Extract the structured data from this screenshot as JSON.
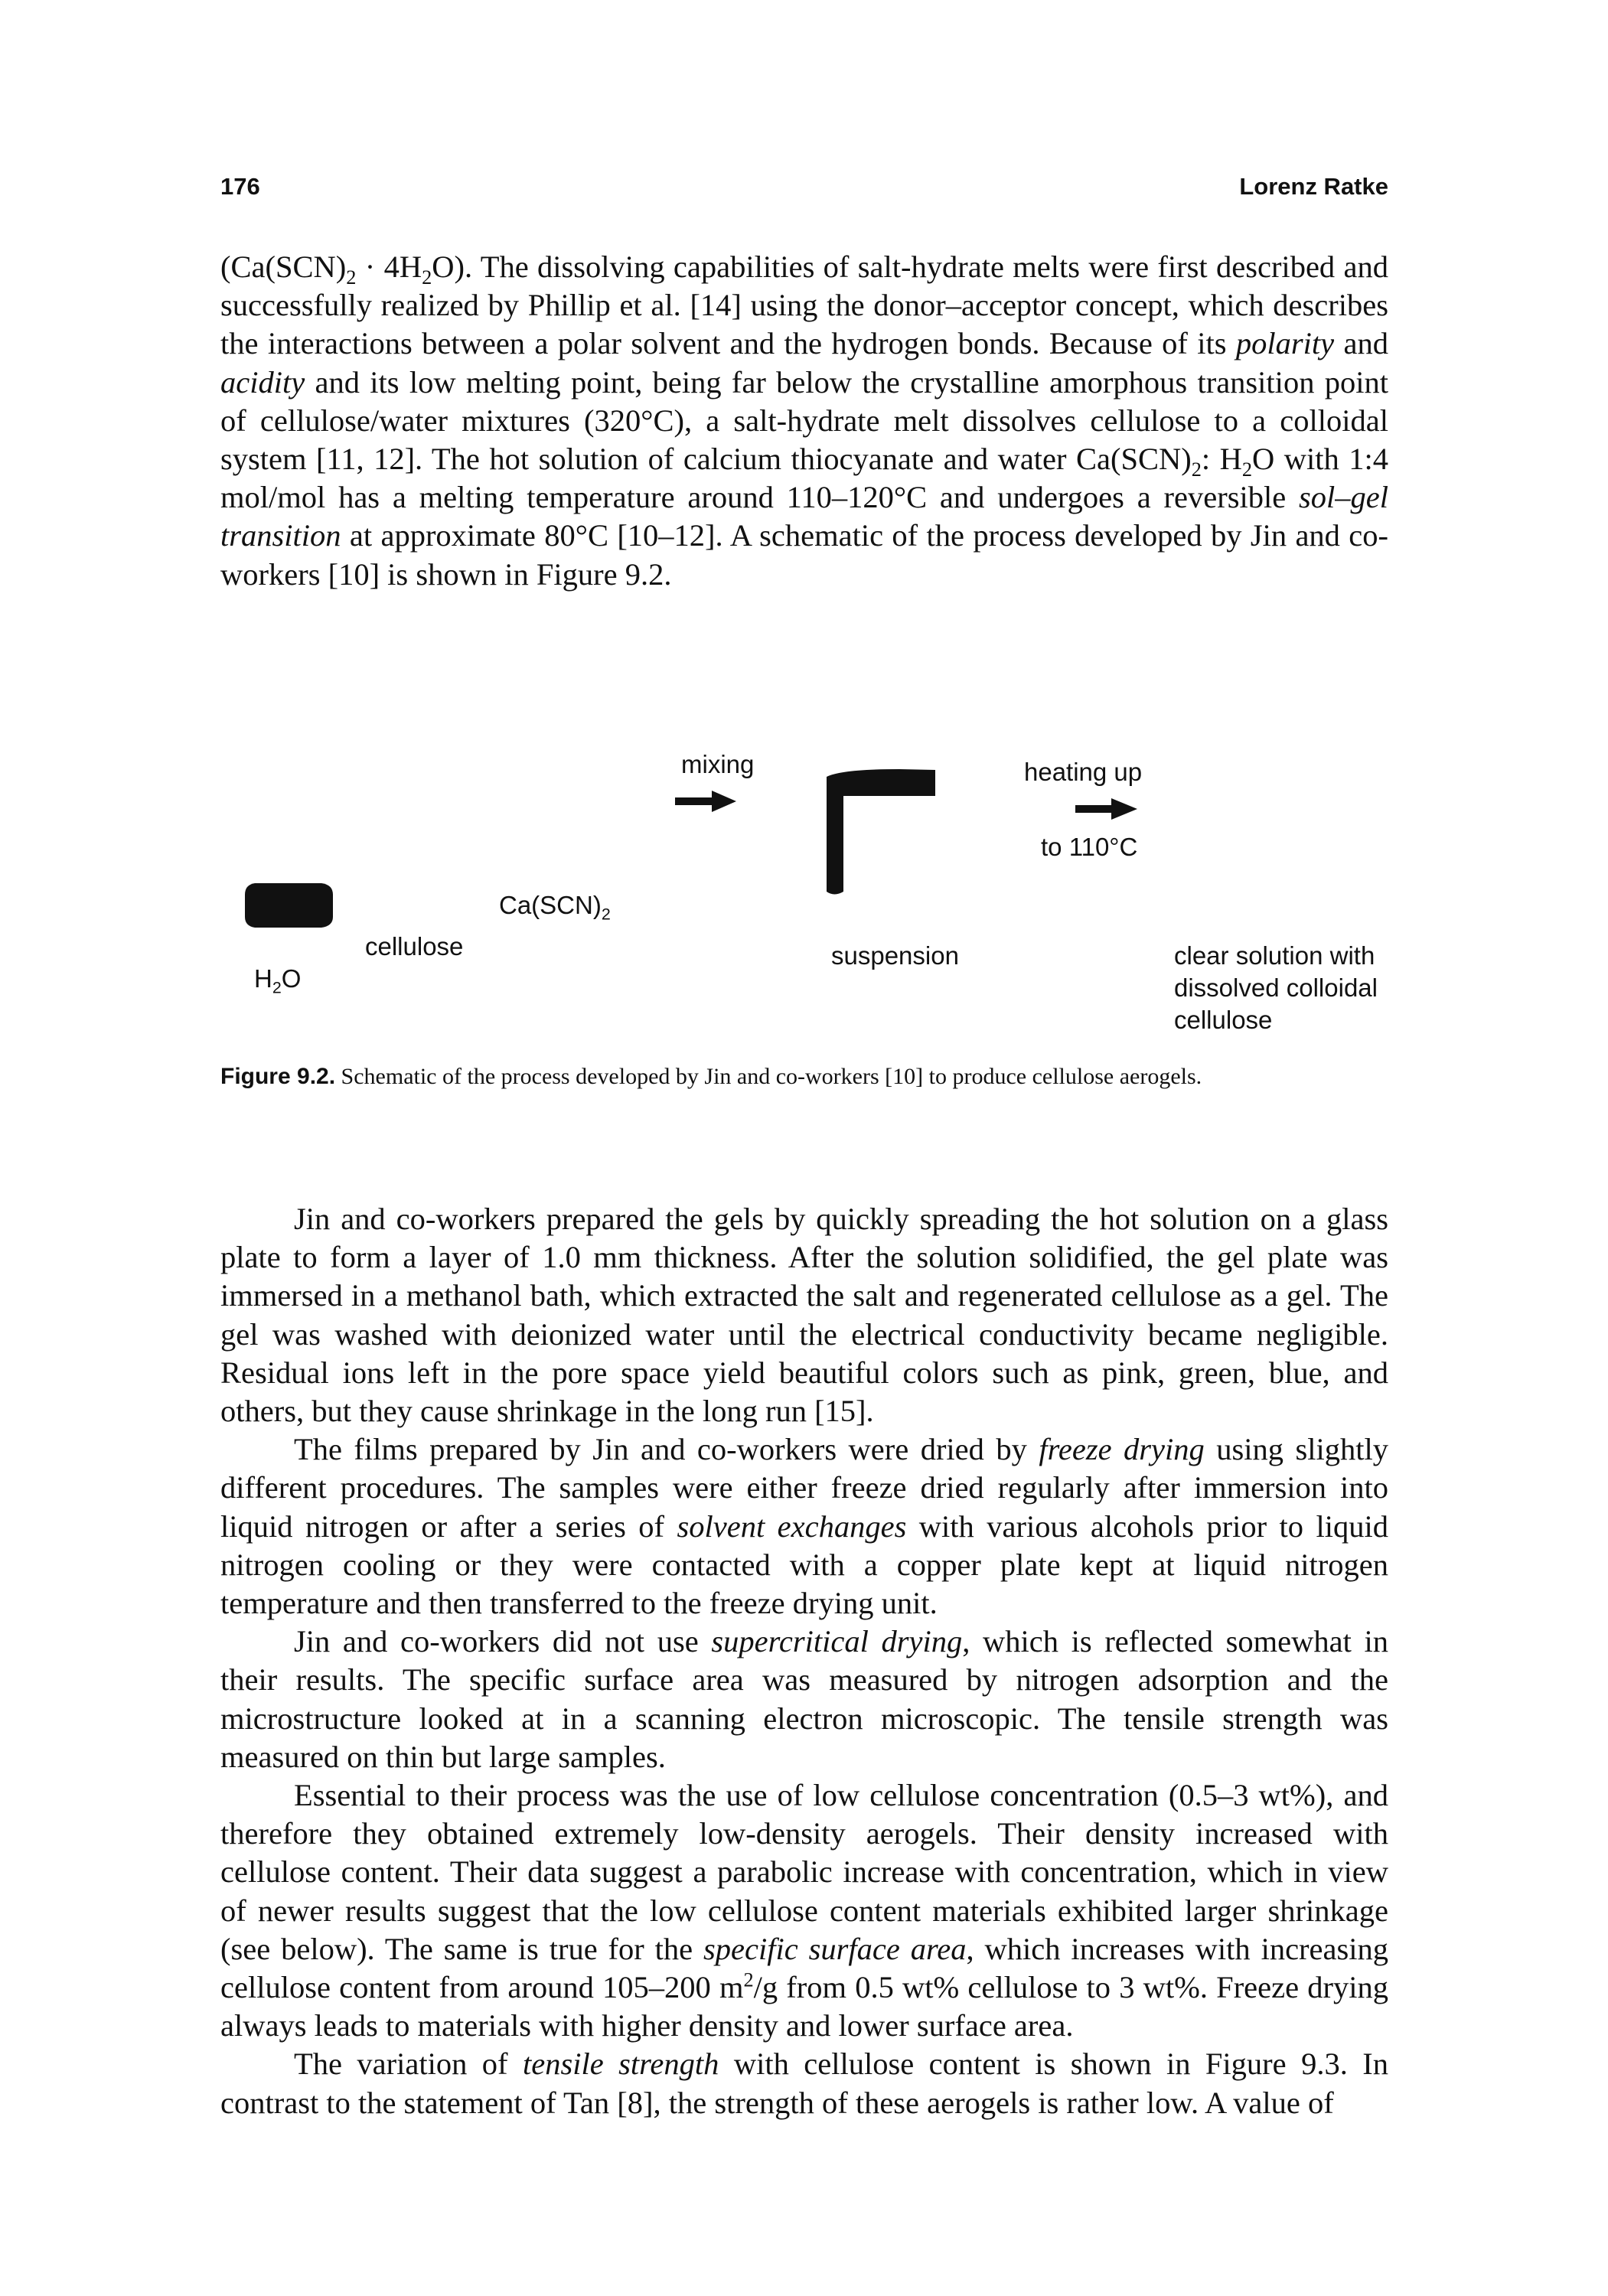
{
  "header": {
    "page_number": "176",
    "author": "Lorenz Ratke"
  },
  "block1": {
    "p1": {
      "t01": "(Ca(SCN)",
      "t02": "2",
      "t03": " · 4H",
      "t04": "2",
      "t05": "O). The dissolving capabilities of salt-hydrate melts were first described and successfully realized by Phillip et al. [14] using the donor–acceptor concept, which describes the interactions between a polar solvent and the hydrogen bonds. Because of its ",
      "t06": "polarity",
      "t07": " and ",
      "t08": "acidity",
      "t09": " and its low melting point, being far below the crystalline amorphous transition point of cellulose/water mixtures (320°C), a salt-hydrate melt dissolves cellulose to a colloidal system [11, 12]. The hot solution of calcium thiocyanate and water Ca(SCN)",
      "t10": "2",
      "t11": ": H",
      "t12": "2",
      "t13": "O with 1:4 mol/mol has a melting temperature around 110–120°C and undergoes a reversible ",
      "t14": "sol–gel transition",
      "t15": " at approximate 80°C [10–12]. A schematic of the process developed by Jin and co-workers [10] is shown in Figure 9.2."
    }
  },
  "figure": {
    "labels": {
      "mixing": "mixing",
      "heating_up": "heating up",
      "to_temp": "to 110°C",
      "casn_main": "Ca(SCN)",
      "casn_sub": "2",
      "cellulose": "cellulose",
      "h": "H",
      "h_sub": "2",
      "o": "O",
      "suspension": "suspension",
      "result_1": "clear solution with",
      "result_2": "dissolved colloidal",
      "result_3": "cellulose"
    },
    "caption": {
      "label": "Figure 9.2.",
      "text": " Schematic of the process developed by Jin and co-workers [10] to produce cellulose aerogels."
    }
  },
  "block2": {
    "p2": {
      "text": "Jin and co-workers prepared the gels by quickly spreading the hot solution on a glass plate to form a layer of 1.0 mm thickness. After the solution solidified, the gel plate was immersed in a methanol bath, which extracted the salt and regenerated cellulose as a gel. The gel was washed with deionized water until the electrical conductivity became negligible. Residual ions left in the pore space yield beautiful colors such as pink, green, blue, and others, but they cause shrinkage in the long run [15]."
    },
    "p3": {
      "t1": "The films prepared by Jin and co-workers were dried by ",
      "t2": "freeze drying",
      "t3": " using slightly different procedures. The samples were either freeze dried regularly after immersion into liquid nitrogen or after a series of ",
      "t4": "solvent exchanges",
      "t5": " with various alcohols prior to liquid nitrogen cooling or they were contacted with a copper plate kept at liquid nitrogen temperature and then transferred to the freeze drying unit."
    },
    "p4": {
      "t1": "Jin and co-workers did not use ",
      "t2": "supercritical drying",
      "t3": ", which is reflected somewhat in their results. The specific surface area was measured by nitrogen adsorption and the microstructure looked at in a scanning electron microscopic. The tensile strength was measured on thin but large samples."
    },
    "p5": {
      "t1": "Essential to their process was the use of low cellulose concentration (0.5–3 wt%), and therefore they obtained extremely low-density aerogels. Their density increased with cellulose content. Their data suggest a parabolic increase with concentration, which in view of newer results suggest that the low cellulose content materials exhibited larger shrinkage (see below). The same is true for the ",
      "t2": "specific surface area",
      "t3": ", which increases with increasing cellulose content from around 105–200 m",
      "t4": "2",
      "t5": "/g from 0.5 wt% cellulose to 3 wt%. Freeze drying always leads to materials with higher density and lower surface area."
    },
    "p6": {
      "t1": "The variation of ",
      "t2": "tensile strength",
      "t3": " with cellulose content is shown in Figure 9.3. In contrast to the statement of Tan [8], the strength of these aerogels is rather low. A value of"
    }
  }
}
